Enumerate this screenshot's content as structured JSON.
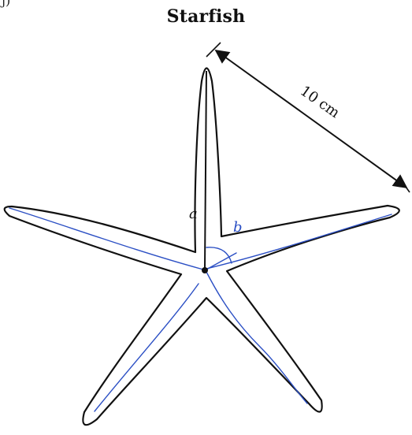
{
  "title": "Starfish",
  "corner_mark": "j)",
  "measurement": {
    "label": "10 cm"
  },
  "labels": {
    "a": "a",
    "b": "b"
  },
  "colors": {
    "outline": "#111111",
    "annotation": "#2b4fc4",
    "background": "#ffffff"
  }
}
